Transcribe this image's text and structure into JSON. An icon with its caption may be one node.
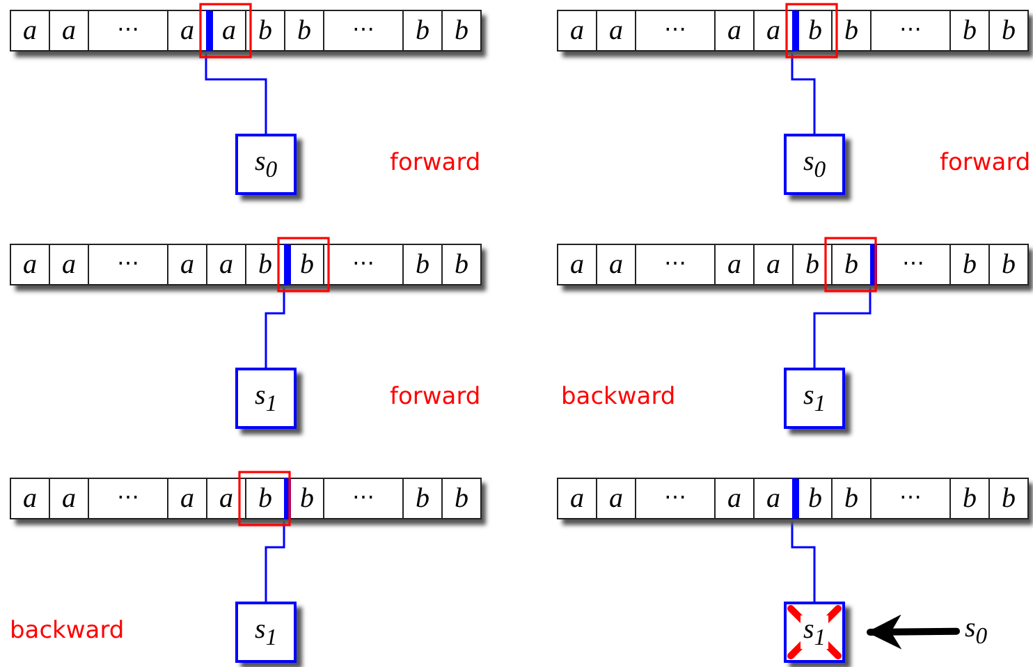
{
  "diagram": {
    "nodes": [
      {
        "text": [],
        "shape": "bar"
      },
      {
        "text": [
          "a"
        ],
        "in": 0
      },
      {
        "text": [
          "a"
        ],
        "in": 0
      },
      {
        "text": [
          "⋯"
        ],
        "in": 0
      },
      {
        "text": [
          "a"
        ],
        "in": 0
      },
      {
        "text": [
          "a"
        ],
        "in": 0
      },
      {
        "text": [
          "b"
        ],
        "in": 0
      },
      {
        "text": [
          "b"
        ],
        "in": 0
      },
      {
        "text": [
          "⋯"
        ],
        "in": 0
      },
      {
        "text": [
          "b"
        ],
        "in": 0
      },
      {
        "text": [
          "b"
        ],
        "in": 0
      },
      {
        "text": [
          "s$_{0}$"
        ]
      },
      {
        "text": [],
        "shape": "bar"
      },
      {
        "text": [
          "a"
        ],
        "in": 12
      },
      {
        "text": [
          "a"
        ],
        "in": 12
      },
      {
        "text": [
          "⋯"
        ],
        "in": 12
      },
      {
        "text": [
          "a"
        ],
        "in": 12
      },
      {
        "text": [
          "a"
        ],
        "in": 12
      },
      {
        "text": [
          "b"
        ],
        "in": 12
      },
      {
        "text": [
          "b"
        ],
        "in": 12
      },
      {
        "text": [
          "⋯"
        ],
        "in": 12
      },
      {
        "text": [
          "b"
        ],
        "in": 12
      },
      {
        "text": [
          "b"
        ],
        "in": 12
      },
      {
        "text": [
          "s$_{0}$"
        ]
      },
      {
        "text": [],
        "shape": "bar"
      },
      {
        "text": [
          "a"
        ],
        "in": 24
      },
      {
        "text": [
          "a"
        ],
        "in": 24
      },
      {
        "text": [
          "⋯"
        ],
        "in": 24
      },
      {
        "text": [
          "a"
        ],
        "in": 24
      },
      {
        "text": [
          "a"
        ],
        "in": 24
      },
      {
        "text": [
          "b"
        ],
        "in": 24
      },
      {
        "text": [
          "b"
        ],
        "in": 24
      },
      {
        "text": [
          "⋯"
        ],
        "in": 24
      },
      {
        "text": [
          "b"
        ],
        "in": 24
      },
      {
        "text": [
          "b"
        ],
        "in": 24
      },
      {
        "text": [
          "s$_{1}$"
        ]
      },
      {
        "text": [],
        "shape": "bar"
      },
      {
        "text": [
          "a"
        ],
        "in": 36
      },
      {
        "text": [
          "a"
        ],
        "in": 36
      },
      {
        "text": [
          "⋯"
        ],
        "in": 36
      },
      {
        "text": [
          "a"
        ],
        "in": 36
      },
      {
        "text": [
          "a"
        ],
        "in": 36
      },
      {
        "text": [
          "b"
        ],
        "in": 36
      },
      {
        "text": [
          "b"
        ],
        "in": 36
      },
      {
        "text": [
          "⋯"
        ],
        "in": 36
      },
      {
        "text": [
          "b"
        ],
        "in": 36
      },
      {
        "text": [
          "b"
        ],
        "in": 36
      },
      {
        "text": [
          "s$_{1}$"
        ]
      },
      {
        "text": [],
        "shape": "bar"
      },
      {
        "text": [
          "a"
        ],
        "in": 48
      },
      {
        "text": [
          "a"
        ],
        "in": 48
      },
      {
        "text": [
          "⋯"
        ],
        "in": 48
      },
      {
        "text": [
          "a"
        ],
        "in": 48
      },
      {
        "text": [
          "a"
        ],
        "in": 48
      },
      {
        "text": [
          "b"
        ],
        "in": 48
      },
      {
        "text": [
          "b"
        ],
        "in": 48
      },
      {
        "text": [
          "⋯"
        ],
        "in": 48
      },
      {
        "text": [
          "b"
        ],
        "in": 48
      },
      {
        "text": [
          "b"
        ],
        "in": 48
      },
      {
        "text": [
          "s$_{1}$"
        ]
      },
      {
        "text": [],
        "shape": "bar"
      },
      {
        "text": [
          "a"
        ],
        "in": 60
      },
      {
        "text": [
          "a"
        ],
        "in": 60
      },
      {
        "text": [
          "⋯"
        ],
        "in": 60
      },
      {
        "text": [
          "a"
        ],
        "in": 60
      },
      {
        "text": [
          "a"
        ],
        "in": 60
      },
      {
        "text": [
          "b"
        ],
        "in": 60
      },
      {
        "text": [
          "b"
        ],
        "in": 60
      },
      {
        "text": [
          "⋯"
        ],
        "in": 60
      },
      {
        "text": [
          "b"
        ],
        "in": 60
      },
      {
        "text": [
          "b"
        ],
        "in": 60
      },
      {
        "text": [
          "s$_{1}$"
        ]
      },
      {
        "text": [
          "s$_{0}$"
        ]
      }
    ],
    "edges": [
      {
        "from": 11,
        "to": 0,
        "arrow": "none"
      },
      {
        "from": 23,
        "to": 12,
        "arrow": "none"
      },
      {
        "from": 35,
        "to": 24,
        "arrow": "none"
      },
      {
        "from": 47,
        "to": 36,
        "arrow": "none"
      },
      {
        "from": 59,
        "to": 48,
        "arrow": "none"
      },
      {
        "from": 71,
        "to": 60,
        "arrow": "none"
      },
      {
        "from": 72,
        "to": 71,
        "arrow": "to",
        "style": "thick",
        "color": "#000000"
      }
    ],
    "labels": [
      "forward",
      "forward",
      "forward",
      "backward",
      "backward"
    ]
  }
}
